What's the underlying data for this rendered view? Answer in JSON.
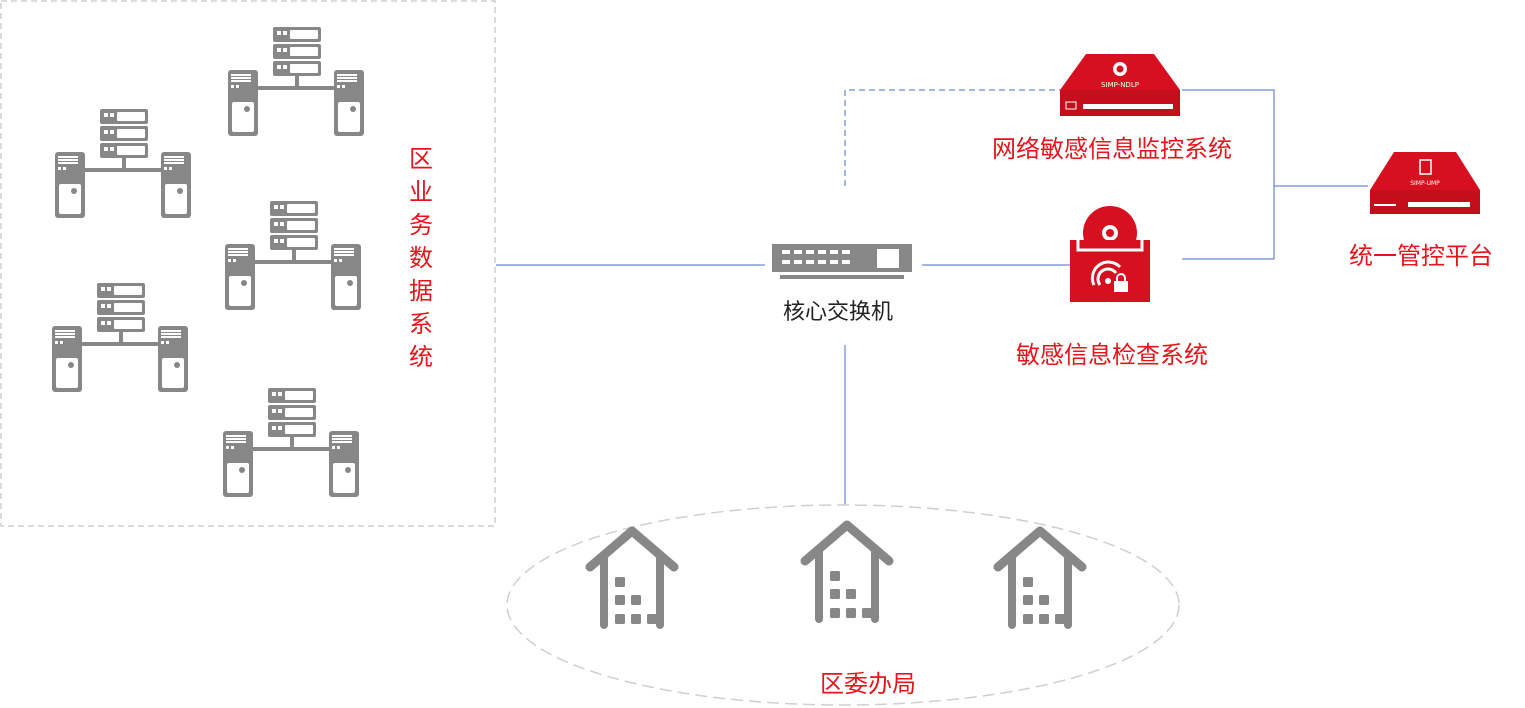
{
  "diagram": {
    "business_zone": {
      "label": "区业务数据系统",
      "server_count": 5
    },
    "core_switch": {
      "label": "核心交换机"
    },
    "monitor_system": {
      "label": "网络敏感信息监控系统",
      "device_text": "SIMP-NDLP"
    },
    "inspection_system": {
      "label": "敏感信息检查系统"
    },
    "management_platform": {
      "label": "统一管控平台",
      "device_text": "SIMP-UMP"
    },
    "offices": {
      "label": "区委办局",
      "building_count": 3
    }
  },
  "colors": {
    "accent_red": "#e8141b",
    "device_red": "#d7101f",
    "icon_gray": "#878787",
    "line_blue": "#4472c4",
    "dash_gray": "#cfcfcf"
  }
}
